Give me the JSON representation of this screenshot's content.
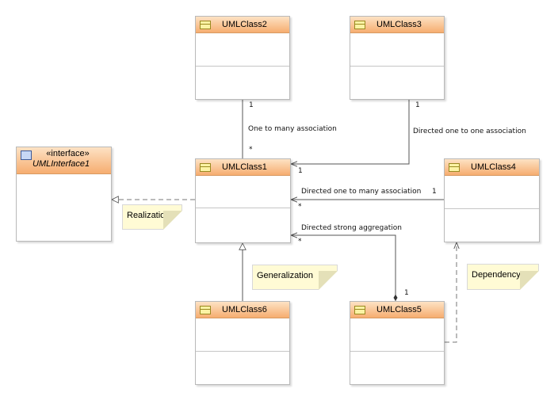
{
  "classes": {
    "class1": {
      "name": "UMLClass1"
    },
    "class2": {
      "name": "UMLClass2"
    },
    "class3": {
      "name": "UMLClass3"
    },
    "class4": {
      "name": "UMLClass4"
    },
    "class5": {
      "name": "UMLClass5"
    },
    "class6": {
      "name": "UMLClass6"
    }
  },
  "interface": {
    "stereotype": "«interface»",
    "name": "UMLInterface1"
  },
  "notes": {
    "realization": "Realization",
    "generalization": "Generalization",
    "dependency": "Dependency"
  },
  "labels": {
    "one_to_many": "One to many association",
    "directed_one_to_one": "Directed one to one association",
    "directed_one_to_many": "Directed one to many association",
    "directed_strong_aggregation": "Directed strong aggregation"
  },
  "multiplicities": {
    "one": "1",
    "many": "*"
  },
  "colors": {
    "header_top": "#fde2c4",
    "header_bottom": "#f6ad70",
    "note_fill": "#fffbd5",
    "line": "#555555"
  }
}
